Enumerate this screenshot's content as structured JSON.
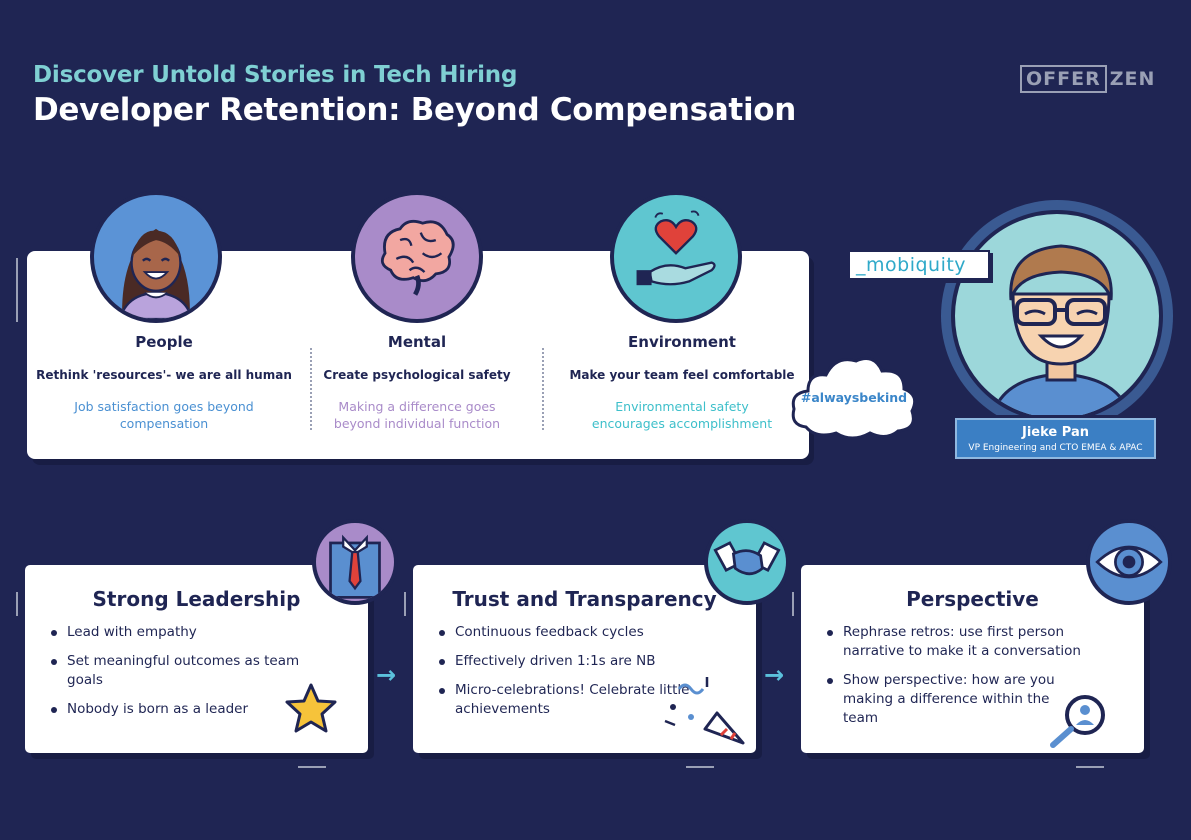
{
  "header": {
    "subtitle": "Discover Untold Stories in Tech Hiring",
    "title": "Developer Retention: Beyond Compensation"
  },
  "logo": {
    "part1": "OFFER",
    "part2": "ZEN"
  },
  "pillars": [
    {
      "title": "People",
      "subtitle": "Rethink 'resources'- we are all human",
      "description": "Job satisfaction goes beyond compensation",
      "color": "#4a90d2"
    },
    {
      "title": "Mental",
      "subtitle": "Create psychological safety",
      "description": "Making a difference goes beyond individual function",
      "color": "#a98bc9"
    },
    {
      "title": "Environment",
      "subtitle": "Make your team feel comfortable",
      "description": "Environmental safety encourages accomplishment",
      "color": "#3dbfca"
    }
  ],
  "hashtag": "#alwaysbekind",
  "profile": {
    "company": "_mobiquity",
    "name": "Jieke Pan",
    "role": "VP Engineering and CTO EMEA & APAC"
  },
  "cards": [
    {
      "title": "Strong Leadership",
      "items": [
        "Lead with empathy",
        "Set meaningful outcomes as team goals",
        "Nobody is born as a leader"
      ]
    },
    {
      "title": "Trust and Transparency",
      "items": [
        "Continuous feedback cycles",
        "Effectively driven 1:1s are NB",
        "Micro-celebrations! Celebrate little achievements"
      ]
    },
    {
      "title": "Perspective",
      "items": [
        "Rephrase retros: use first person narrative to make it a conversation",
        "Show perspective: how are you making a difference within the team"
      ]
    }
  ],
  "arrows": [
    "→",
    "→"
  ]
}
